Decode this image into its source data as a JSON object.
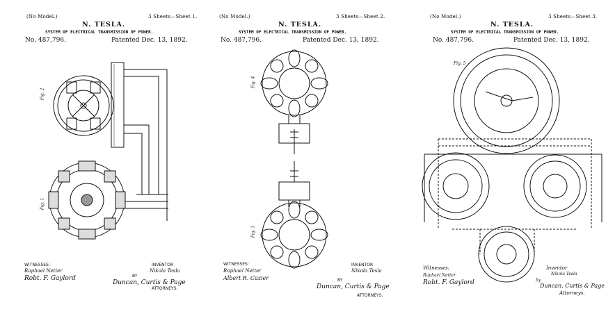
{
  "sheets": [
    {
      "model": "(No Model.)",
      "sheet_label": "3 Sheets—Sheet 1.",
      "inventor_name": "N. TESLA.",
      "system_title": "SYSTEM OF ELECTRICAL TRANSMISSION OF POWER.",
      "patent_no": "No. 487,796.",
      "patented": "Patented Dec. 13, 1892.",
      "figures": [
        "Fig. 2",
        "Fig. 1"
      ],
      "witnesses_label": "WITNESSES:",
      "witness_1": "Raphael Netter",
      "witness_2": "Robt. F. Gaylord",
      "inventor_label": "INVENTOR",
      "inventor_sig": "Nikola Tesla",
      "by_label": "BY",
      "attorney_sig": "Duncan, Curtis & Page",
      "attorneys_label": "ATTORNEYS."
    },
    {
      "model": "(No Model.)",
      "sheet_label": "3 Sheets—Sheet 2.",
      "inventor_name": "N. TESLA.",
      "system_title": "SYSTEM OF ELECTRICAL TRANSMISSION OF POWER.",
      "patent_no": "No. 487,796.",
      "patented": "Patented Dec. 13, 1892.",
      "figures": [
        "Fig. 4",
        "Fig. 3"
      ],
      "witnesses_label": "WITNESSES:",
      "witness_1": "Raphael Netter",
      "witness_2": "Albert R. Cazier",
      "inventor_label": "INVENTOR",
      "inventor_sig": "Nikola Tesla",
      "by_label": "BY",
      "attorney_sig": "Duncan, Curtis & Page",
      "attorneys_label": "ATTORNEYS."
    },
    {
      "model": "(No Model.)",
      "sheet_label": "3 Sheets—Sheet 3.",
      "inventor_name": "N. TESLA.",
      "system_title": "SYSTEM OF ELECTRICAL TRANSMISSION OF POWER.",
      "patent_no": "No. 487,796.",
      "patented": "Patented Dec. 13, 1892.",
      "figures": [
        "Fig. 5"
      ],
      "witnesses_label": "Witnesses:",
      "witness_1": "Raphael Netter",
      "witness_2": "Robt. F. Gaylord",
      "inventor_label": "Inventor",
      "inventor_sig": "Nikola Tesla",
      "by_label": "by",
      "attorney_sig": "Duncan, Curtis & Page",
      "attorneys_label": "Attorneys."
    }
  ]
}
